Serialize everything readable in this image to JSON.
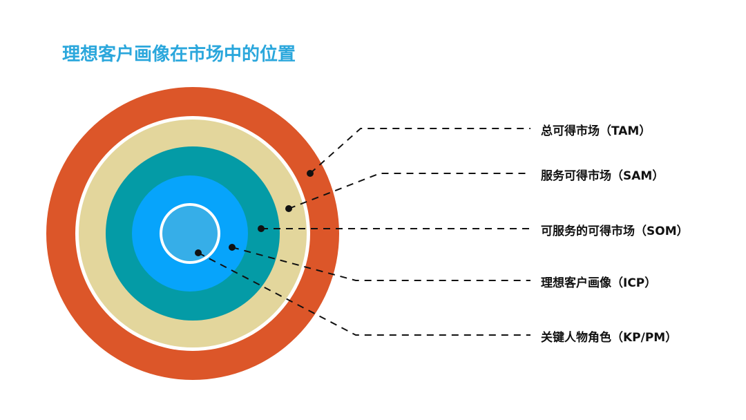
{
  "title": "理想客户画像在市场中的位置",
  "rings": [
    {
      "name": "TAM",
      "color": "#dc5629"
    },
    {
      "name": "SAM",
      "color": "#e3d69c"
    },
    {
      "name": "SOM",
      "color": "#049ba6"
    },
    {
      "name": "ICP",
      "color": "#07a4fb"
    },
    {
      "name": "KP/PM",
      "color": "#36aee8"
    }
  ],
  "labels": [
    {
      "text": "总可得市场（TAM）"
    },
    {
      "text": "服务可得市场（SAM）"
    },
    {
      "text": "可服务的可得市场（SOM）"
    },
    {
      "text": "理想客户画像（ICP）"
    },
    {
      "text": "关键人物角色（KP/PM）"
    }
  ]
}
